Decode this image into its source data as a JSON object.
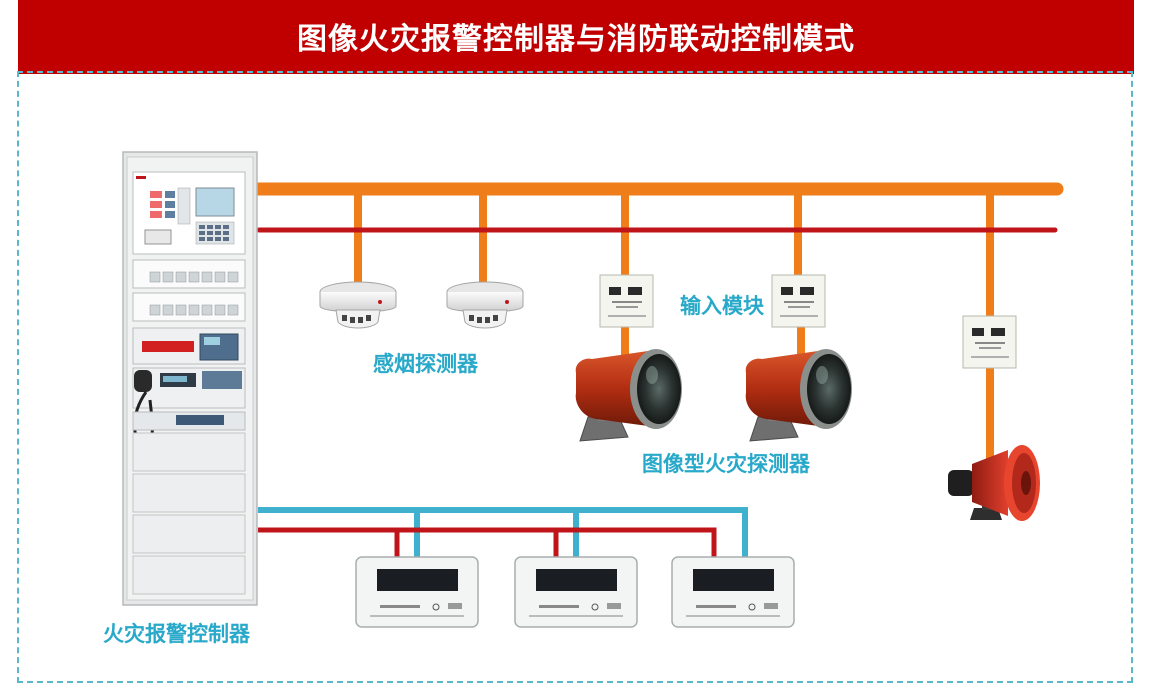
{
  "title": "图像火灾报警控制器与消防联动控制模式",
  "labels": {
    "controller": "火灾报警控制器",
    "smoke_detector": "感烟探测器",
    "input_module": "输入模块",
    "image_detector": "图像型火灾探测器"
  },
  "colors": {
    "title_bg": "#c00000",
    "orange_bus": "#ef7d1a",
    "red_bus": "#c0141b",
    "blue_bus": "#3fb1cf",
    "label_text": "#29a9c9",
    "frame_border": "#5cb6cc"
  },
  "icons": {
    "controller": "fire-alarm-cabinet-icon",
    "smoke": "smoke-detector-icon",
    "module": "input-module-icon",
    "camera": "image-fire-detector-icon",
    "horn": "alarm-horn-icon",
    "display": "repeater-display-icon"
  }
}
